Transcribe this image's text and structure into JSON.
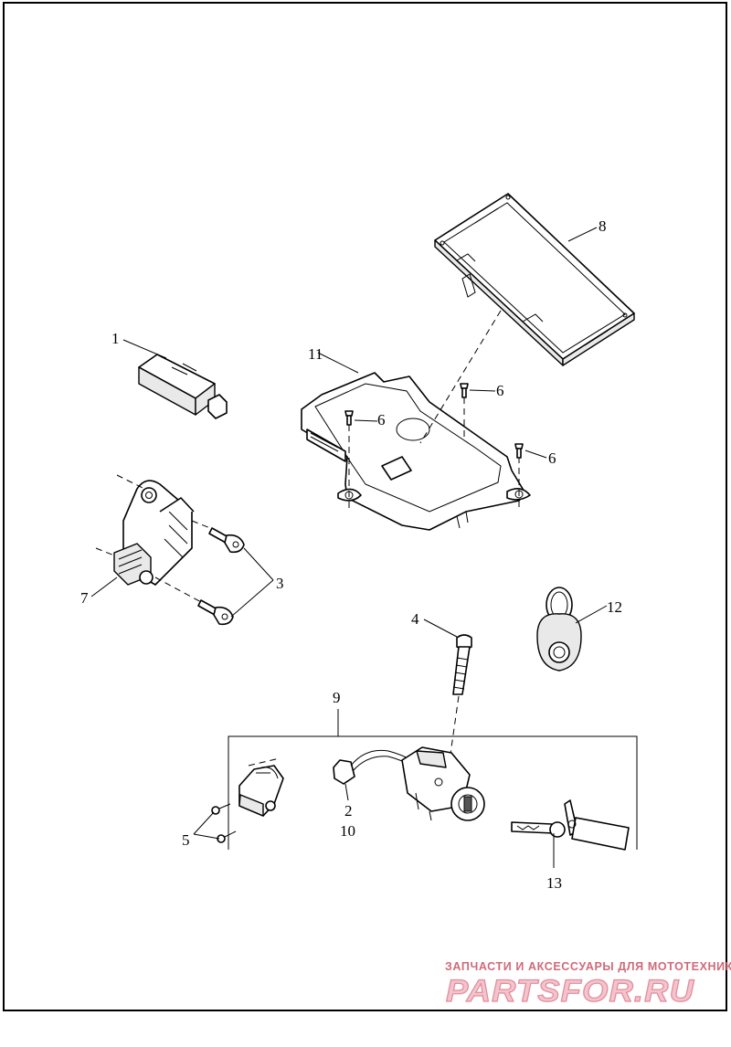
{
  "callouts": [
    {
      "key": "c1",
      "text": "1"
    },
    {
      "key": "c2",
      "text": "2"
    },
    {
      "key": "c3",
      "text": "3"
    },
    {
      "key": "c4",
      "text": "4"
    },
    {
      "key": "c5",
      "text": "5"
    },
    {
      "key": "c6a",
      "text": "6"
    },
    {
      "key": "c6b",
      "text": "6"
    },
    {
      "key": "c6c",
      "text": "6"
    },
    {
      "key": "c7",
      "text": "7"
    },
    {
      "key": "c8",
      "text": "8"
    },
    {
      "key": "c9",
      "text": "9"
    },
    {
      "key": "c10",
      "text": "10"
    },
    {
      "key": "c11",
      "text": "11"
    },
    {
      "key": "c12",
      "text": "12"
    },
    {
      "key": "c13",
      "text": "13"
    }
  ],
  "watermark": {
    "tagline": "ЗАПЧАСТИ И АКСЕССУАРЫ ДЛЯ МОТОТЕХНИКИ",
    "logo": "PARTSFOR.RU"
  },
  "colors": {
    "line": "#000000",
    "background": "#ffffff",
    "watermark": "#d06a78"
  }
}
